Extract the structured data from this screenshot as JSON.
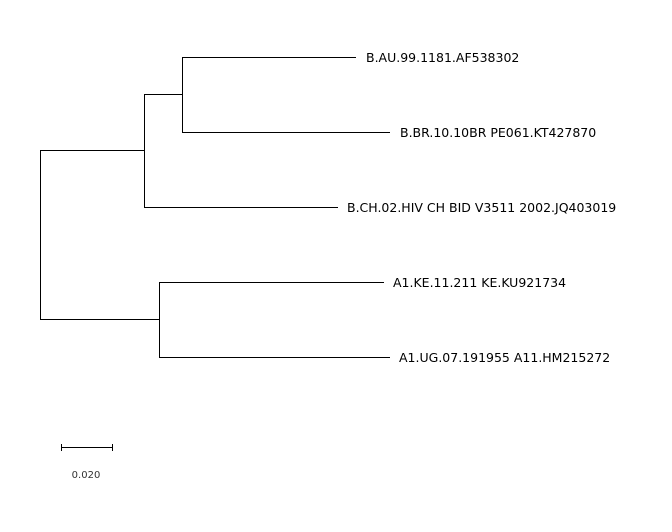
{
  "tree": {
    "leaves": [
      {
        "id": "leaf-1",
        "label": "B.AU.99.1181.AF538302"
      },
      {
        "id": "leaf-2",
        "label": "B.BR.10.10BR PE061.KT427870"
      },
      {
        "id": "leaf-3",
        "label": "B.CH.02.HIV CH BID V3511 2002.JQ403019"
      },
      {
        "id": "leaf-4",
        "label": "A1.KE.11.211 KE.KU921734"
      },
      {
        "id": "leaf-5",
        "label": "A1.UG.07.191955 A11.HM215272"
      }
    ]
  },
  "scale_bar": {
    "label": "0.020"
  },
  "colors": {
    "line": "#000000",
    "text": "#000000",
    "scale_text": "#333333",
    "background": "#ffffff"
  }
}
